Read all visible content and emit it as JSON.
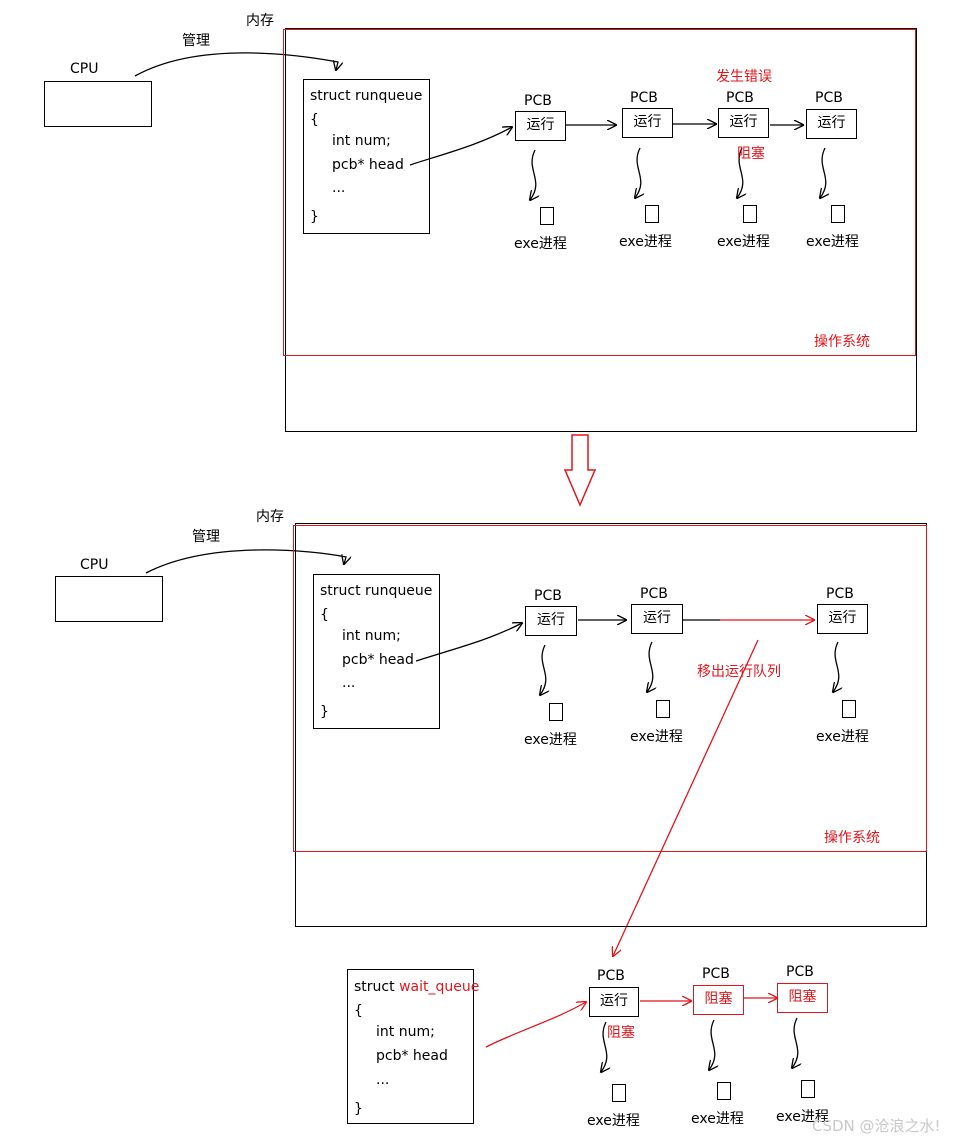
{
  "colors": {
    "ink": "#000000",
    "accent_red": "#e0161c",
    "watermark": "#c8c8c8"
  },
  "top": {
    "memory_label": "内存",
    "manage_label": "管理",
    "cpu_label": "CPU",
    "os_label": "操作系统",
    "struct_lines": [
      "struct runqueue",
      "{",
      "int num;",
      "pcb* head",
      "...",
      "}"
    ],
    "pcb_title": "PCB",
    "pcb_states": [
      "运行",
      "运行",
      "运行",
      "运行"
    ],
    "error_label": "发生错误",
    "blocked_label": "阻塞",
    "exe_label": "exe进程"
  },
  "middle": {
    "memory_label": "内存",
    "manage_label": "管理",
    "cpu_label": "CPU",
    "os_label": "操作系统",
    "struct_lines": [
      "struct runqueue",
      "{",
      "int num;",
      "pcb* head",
      "...",
      "}"
    ],
    "pcb_title": "PCB",
    "pcb_states": [
      "运行",
      "运行",
      "运行"
    ],
    "remove_label": "移出运行队列",
    "exe_label": "exe进程"
  },
  "bottom": {
    "struct_keyword": "struct",
    "struct_name": "wait_queue",
    "struct_lines": [
      "{",
      "int num;",
      "pcb* head",
      "...",
      "}"
    ],
    "pcb_title": "PCB",
    "pcb_states": [
      "运行",
      "阻塞",
      "阻塞"
    ],
    "blocked_label": "阻塞",
    "exe_label": "exe进程"
  },
  "watermark": "CSDN @沧浪之水!"
}
